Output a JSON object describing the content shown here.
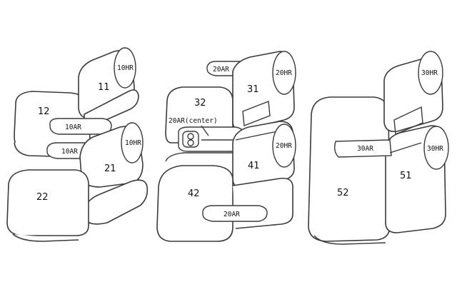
{
  "parts": {
    "p11": "11",
    "p12": "12",
    "p21": "21",
    "p22": "22",
    "p31": "31",
    "p32": "32",
    "p41": "41",
    "p42": "42",
    "p51": "51",
    "p52": "52"
  },
  "tags": {
    "hr10_top": "10HR",
    "hr10_bottom": "10HR",
    "ar10_top": "10AR",
    "ar10_bottom": "10AR",
    "ar20_top": "20AR",
    "ar20_center": "20AR(center)",
    "ar20_bottom": "20AR",
    "hr20_top": "20HR",
    "hr20_bottom": "20HR",
    "ar30": "30AR",
    "hr30_top": "30HR",
    "hr30_right": "30HR"
  }
}
